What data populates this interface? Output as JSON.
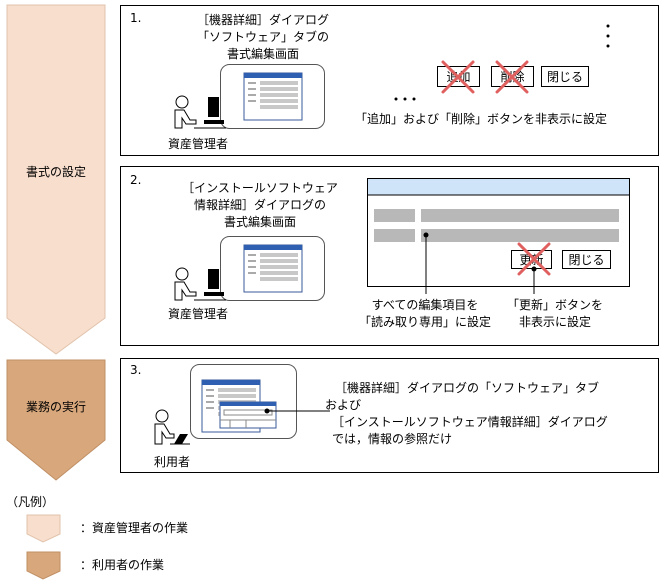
{
  "phases": {
    "setup_label": "書式の設定",
    "execute_label": "業務の実行"
  },
  "colors": {
    "admin_fill": "#f8decc",
    "user_fill": "#d8a87c",
    "cross": "#e06060",
    "dialog_titlebar": "#cfe4f8",
    "field_gray": "#b8b8b8"
  },
  "step1": {
    "number": "1.",
    "caption_line1": "［機器詳細］ダイアログ",
    "caption_line2": "「ソフトウェア」タブの",
    "caption_line3": "書式編集画面",
    "actor": "資産管理者",
    "buttons": {
      "add": "追加",
      "delete": "削除",
      "close": "閉じる"
    },
    "ellipsis": "・・・",
    "note": "「追加」および「削除」ボタンを非表示に設定"
  },
  "step2": {
    "number": "2.",
    "caption_line1": "［インストールソフトウェア",
    "caption_line2": "情報詳細］ダイアログの",
    "caption_line3": "書式編集画面",
    "actor": "資産管理者",
    "buttons": {
      "update": "更新",
      "close": "閉じる"
    },
    "note_left_line1": "すべての編集項目を",
    "note_left_line2": "「読み取り専用」に設定",
    "note_right_line1": "「更新」ボタンを",
    "note_right_line2": "非表示に設定"
  },
  "step3": {
    "number": "3.",
    "actor": "利用者",
    "note_line1": "［機器詳細］ダイアログの「ソフトウェア」タブ",
    "note_line2": "および",
    "note_line3": "［インストールソフトウェア情報詳細］ダイアログ",
    "note_line4": "では，情報の参照だけ"
  },
  "legend": {
    "title": "（凡例）",
    "admin": "：資産管理者の作業",
    "user": "：利用者の作業"
  }
}
